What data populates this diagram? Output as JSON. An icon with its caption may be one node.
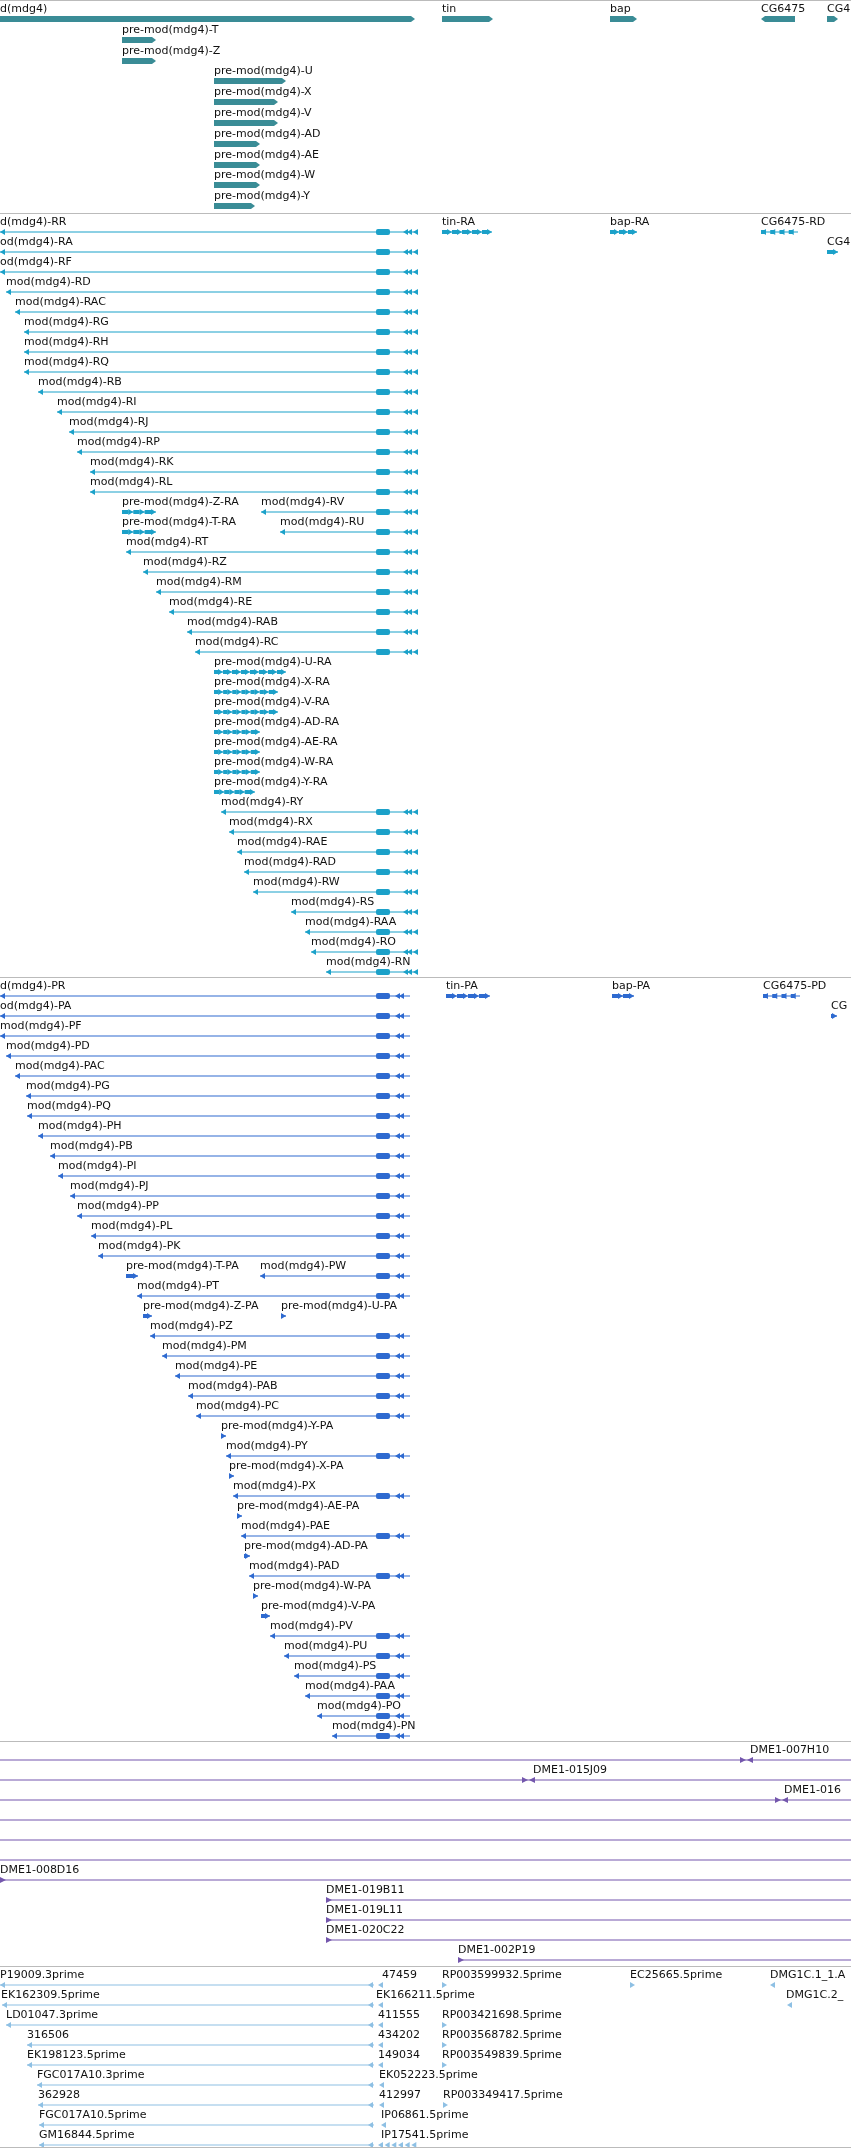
{
  "diagram": {
    "nodes": [
      {
        "text": [
          "d(mdg4)"
        ]
      },
      {
        "text": [
          "tin"
        ]
      },
      {
        "text": [
          "bap"
        ]
      },
      {
        "text": [
          "CG6475"
        ]
      },
      {
        "text": [
          "CG4"
        ]
      },
      {
        "text": [
          "pre-mod(mdg4)-T"
        ]
      },
      {
        "text": [
          "pre-mod(mdg4)-Z"
        ]
      },
      {
        "text": [
          "pre-mod(mdg4)-U"
        ]
      },
      {
        "text": [
          "pre-mod(mdg4)-X"
        ]
      },
      {
        "text": [
          "pre-mod(mdg4)-V"
        ]
      },
      {
        "text": [
          "pre-mod(mdg4)-AD"
        ]
      },
      {
        "text": [
          "pre-mod(mdg4)-AE"
        ]
      },
      {
        "text": [
          "pre-mod(mdg4)-W"
        ]
      },
      {
        "text": [
          "pre-mod(mdg4)-Y"
        ]
      },
      {
        "text": [
          "d(mdg4)-RR"
        ]
      },
      {
        "text": [
          "tin-RA"
        ]
      },
      {
        "text": [
          "bap-RA"
        ]
      },
      {
        "text": [
          "CG6475-RD"
        ]
      },
      {
        "text": [
          "od(mdg4)-RA"
        ]
      },
      {
        "text": [
          "CG4"
        ]
      },
      {
        "text": [
          "od(mdg4)-RF"
        ]
      },
      {
        "text": [
          "mod(mdg4)-RD"
        ]
      },
      {
        "text": [
          "mod(mdg4)-RAC"
        ]
      },
      {
        "text": [
          "mod(mdg4)-RG"
        ]
      },
      {
        "text": [
          "mod(mdg4)-RH"
        ]
      },
      {
        "text": [
          "mod(mdg4)-RQ"
        ]
      },
      {
        "text": [
          "mod(mdg4)-RB"
        ]
      },
      {
        "text": [
          "mod(mdg4)-RI"
        ]
      },
      {
        "text": [
          "mod(mdg4)-RJ"
        ]
      },
      {
        "text": [
          "mod(mdg4)-RP"
        ]
      },
      {
        "text": [
          "mod(mdg4)-RK"
        ]
      },
      {
        "text": [
          "mod(mdg4)-RL"
        ]
      },
      {
        "text": [
          "pre-mod(mdg4)-Z-RA"
        ]
      },
      {
        "text": [
          "mod(mdg4)-RV"
        ]
      },
      {
        "text": [
          "pre-mod(mdg4)-T-RA"
        ]
      },
      {
        "text": [
          "mod(mdg4)-RU"
        ]
      },
      {
        "text": [
          "mod(mdg4)-RT"
        ]
      },
      {
        "text": [
          "mod(mdg4)-RZ"
        ]
      },
      {
        "text": [
          "mod(mdg4)-RM"
        ]
      },
      {
        "text": [
          "mod(mdg4)-RE"
        ]
      },
      {
        "text": [
          "mod(mdg4)-RAB"
        ]
      },
      {
        "text": [
          "mod(mdg4)-RC"
        ]
      },
      {
        "text": [
          "pre-mod(mdg4)-U-RA"
        ]
      },
      {
        "text": [
          "pre-mod(mdg4)-X-RA"
        ]
      },
      {
        "text": [
          "pre-mod(mdg4)-V-RA"
        ]
      },
      {
        "text": [
          "pre-mod(mdg4)-AD-RA"
        ]
      },
      {
        "text": [
          "pre-mod(mdg4)-AE-RA"
        ]
      },
      {
        "text": [
          "pre-mod(mdg4)-W-RA"
        ]
      },
      {
        "text": [
          "pre-mod(mdg4)-Y-RA"
        ]
      },
      {
        "text": [
          "mod(mdg4)-RY"
        ]
      },
      {
        "text": [
          "mod(mdg4)-RX"
        ]
      },
      {
        "text": [
          "mod(mdg4)-RAE"
        ]
      },
      {
        "text": [
          "mod(mdg4)-RAD"
        ]
      },
      {
        "text": [
          "mod(mdg4)-RW"
        ]
      },
      {
        "text": [
          "mod(mdg4)-RS"
        ]
      },
      {
        "text": [
          "mod(mdg4)-RAA"
        ]
      },
      {
        "text": [
          "mod(mdg4)-RO"
        ]
      },
      {
        "text": [
          "mod(mdg4)-RN"
        ]
      },
      {
        "text": [
          "d(mdg4)-PR"
        ]
      },
      {
        "text": [
          "tin-PA"
        ]
      },
      {
        "text": [
          "bap-PA"
        ]
      },
      {
        "text": [
          "CG6475-PD"
        ]
      },
      {
        "text": [
          "od(mdg4)-PA"
        ]
      },
      {
        "text": [
          "CG"
        ]
      },
      {
        "text": [
          "mod(mdg4)-PF"
        ]
      },
      {
        "text": [
          "mod(mdg4)-PD"
        ]
      },
      {
        "text": [
          "mod(mdg4)-PAC"
        ]
      },
      {
        "text": [
          "mod(mdg4)-PG"
        ]
      },
      {
        "text": [
          "mod(mdg4)-PQ"
        ]
      },
      {
        "text": [
          "mod(mdg4)-PH"
        ]
      },
      {
        "text": [
          "mod(mdg4)-PB"
        ]
      },
      {
        "text": [
          "mod(mdg4)-PI"
        ]
      },
      {
        "text": [
          "mod(mdg4)-PJ"
        ]
      },
      {
        "text": [
          "mod(mdg4)-PP"
        ]
      },
      {
        "text": [
          "mod(mdg4)-PL"
        ]
      },
      {
        "text": [
          "mod(mdg4)-PK"
        ]
      },
      {
        "text": [
          "pre-mod(mdg4)-T-PA"
        ]
      },
      {
        "text": [
          "mod(mdg4)-PW"
        ]
      },
      {
        "text": [
          "mod(mdg4)-PT"
        ]
      },
      {
        "text": [
          "pre-mod(mdg4)-Z-PA"
        ]
      },
      {
        "text": [
          "pre-mod(mdg4)-U-PA"
        ]
      },
      {
        "text": [
          "mod(mdg4)-PZ"
        ]
      },
      {
        "text": [
          "mod(mdg4)-PM"
        ]
      },
      {
        "text": [
          "mod(mdg4)-PE"
        ]
      },
      {
        "text": [
          "mod(mdg4)-PAB"
        ]
      },
      {
        "text": [
          "mod(mdg4)-PC"
        ]
      },
      {
        "text": [
          "pre-mod(mdg4)-Y-PA"
        ]
      },
      {
        "text": [
          "mod(mdg4)-PY"
        ]
      },
      {
        "text": [
          "pre-mod(mdg4)-X-PA"
        ]
      },
      {
        "text": [
          "mod(mdg4)-PX"
        ]
      },
      {
        "text": [
          "pre-mod(mdg4)-AE-PA"
        ]
      },
      {
        "text": [
          "mod(mdg4)-PAE"
        ]
      },
      {
        "text": [
          "pre-mod(mdg4)-AD-PA"
        ]
      },
      {
        "text": [
          "mod(mdg4)-PAD"
        ]
      },
      {
        "text": [
          "pre-mod(mdg4)-W-PA"
        ]
      },
      {
        "text": [
          "pre-mod(mdg4)-V-PA"
        ]
      },
      {
        "text": [
          "mod(mdg4)-PV"
        ]
      },
      {
        "text": [
          "mod(mdg4)-PU"
        ]
      },
      {
        "text": [
          "mod(mdg4)-PS"
        ]
      },
      {
        "text": [
          "mod(mdg4)-PAA"
        ]
      },
      {
        "text": [
          "mod(mdg4)-PO"
        ]
      },
      {
        "text": [
          "mod(mdg4)-PN"
        ]
      },
      {
        "text": [
          "DME1-007H10"
        ]
      },
      {
        "text": [
          "DME1-015J09"
        ]
      },
      {
        "text": [
          "DME1-016"
        ]
      },
      {
        "text": [],
        "shape": "bar"
      },
      {
        "text": [],
        "shape": "bar"
      },
      {
        "text": [],
        "shape": "bar"
      },
      {
        "text": [
          "DME1-008D16"
        ]
      },
      {
        "text": [
          "DME1-019B11"
        ]
      },
      {
        "text": [
          "DME1-019L11"
        ]
      },
      {
        "text": [
          "DME1-020C22"
        ]
      },
      {
        "text": [
          "DME1-002P19"
        ]
      },
      {
        "text": [
          "P19009.3prime"
        ]
      },
      {
        "text": [
          "47459"
        ]
      },
      {
        "text": [
          "RP003599932.5prime"
        ]
      },
      {
        "text": [
          "EC25665.5prime"
        ]
      },
      {
        "text": [
          "DMG1C.1_1.A"
        ]
      },
      {
        "text": [
          "EK162309.5prime"
        ]
      },
      {
        "text": [
          "EK166211.5prime"
        ]
      },
      {
        "text": [
          "DMG1C.2_"
        ]
      },
      {
        "text": [
          "LD01047.3prime"
        ]
      },
      {
        "text": [
          "411555"
        ]
      },
      {
        "text": [
          "RP003421698.5prime"
        ]
      },
      {
        "text": [
          "316506"
        ]
      },
      {
        "text": [
          "434202"
        ]
      },
      {
        "text": [
          "RP003568782.5prime"
        ]
      },
      {
        "text": [
          "EK198123.5prime"
        ]
      },
      {
        "text": [
          "149034"
        ]
      },
      {
        "text": [
          "RP003549839.5prime"
        ]
      },
      {
        "text": [
          "FGC017A10.3prime"
        ]
      },
      {
        "text": [
          "EK052223.5prime"
        ]
      },
      {
        "text": [
          "362928"
        ]
      },
      {
        "text": [
          "412997"
        ]
      },
      {
        "text": [
          "RP003349417.5prime"
        ]
      },
      {
        "text": [
          "FGC017A10.5prime"
        ]
      },
      {
        "text": [
          "IP06861.5prime"
        ]
      },
      {
        "text": [
          "GM16844.5prime"
        ]
      },
      {
        "text": [
          "IP17541.5prime"
        ]
      }
    ]
  }
}
